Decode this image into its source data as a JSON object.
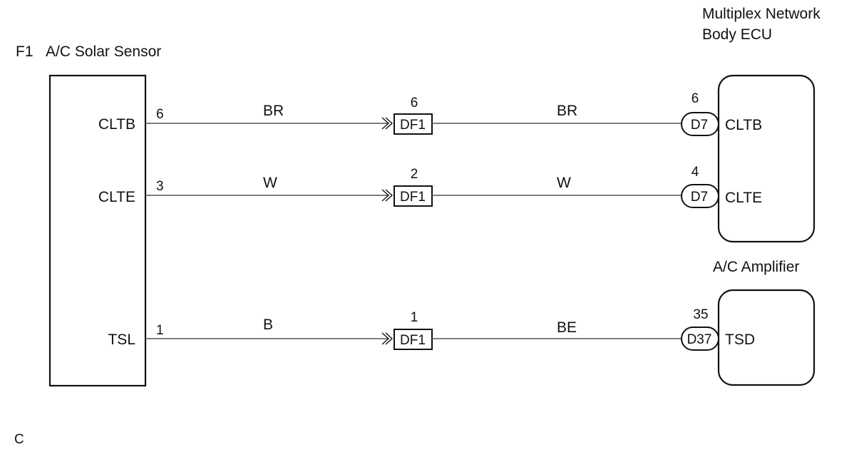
{
  "components": {
    "sensor": {
      "code": "F1",
      "name": "A/C Solar Sensor"
    },
    "body_ecu": {
      "name_line1": "Multiplex Network",
      "name_line2": "Body ECU"
    },
    "amplifier": {
      "name": "A/C Amplifier"
    }
  },
  "circuits": [
    {
      "signal": "CLTB",
      "sensor_pin": "6",
      "wire_color_left": "BR",
      "junction_connector": "DF1",
      "junction_pin": "6",
      "wire_color_right": "BR",
      "ecu_connector": "D7",
      "ecu_pin": "6",
      "ecu_terminal": "CLTB"
    },
    {
      "signal": "CLTE",
      "sensor_pin": "3",
      "wire_color_left": "W",
      "junction_connector": "DF1",
      "junction_pin": "2",
      "wire_color_right": "W",
      "ecu_connector": "D7",
      "ecu_pin": "4",
      "ecu_terminal": "CLTE"
    },
    {
      "signal": "TSL",
      "sensor_pin": "1",
      "wire_color_left": "B",
      "junction_connector": "DF1",
      "junction_pin": "1",
      "wire_color_right": "BE",
      "ecu_connector": "D37",
      "ecu_pin": "35",
      "ecu_terminal": "TSD"
    }
  ],
  "footer": {
    "code": "C"
  }
}
